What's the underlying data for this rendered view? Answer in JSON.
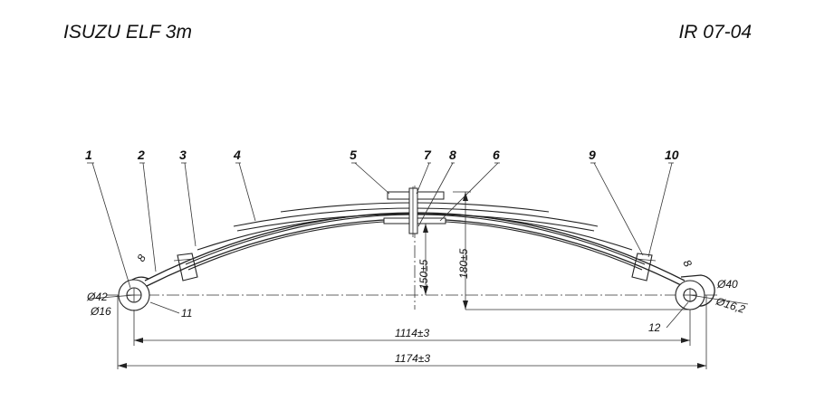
{
  "header": {
    "model": "ISUZU ELF 3т",
    "part_number": "IR 07-04"
  },
  "callouts": [
    "1",
    "2",
    "3",
    "4",
    "5",
    "7",
    "8",
    "6",
    "9",
    "10",
    "11",
    "12"
  ],
  "dimensions": {
    "inner_length": "1114±3",
    "overall_length": "1174±3",
    "center_height_1": "150±5",
    "center_height_2": "180±5",
    "left_eye_outer": "Ø42",
    "left_eye_inner": "Ø16",
    "right_eye_outer": "Ø40",
    "right_eye_inner": "Ø16,2",
    "leaf_thickness_left": "8",
    "leaf_thickness_right": "8"
  }
}
